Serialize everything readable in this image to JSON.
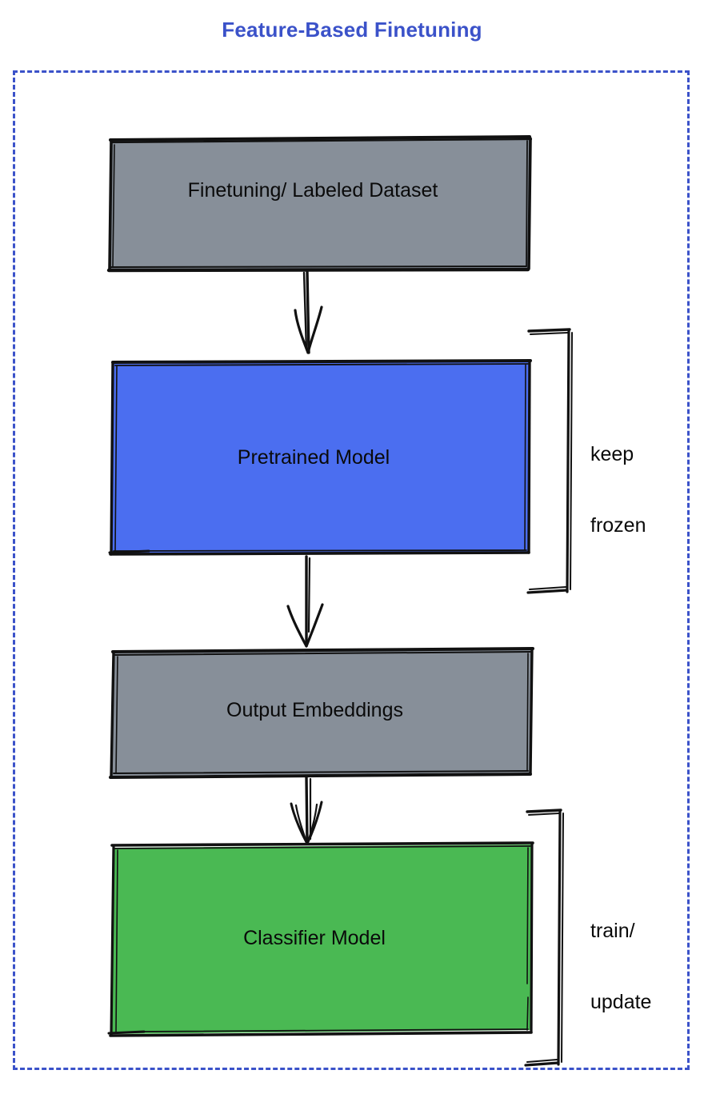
{
  "title": "Feature-Based Finetuning",
  "colors": {
    "title": "#3b52c9",
    "frame_border": "#3b52c9",
    "gray_fill": "#878f99",
    "blue_fill": "#4b6ef0",
    "green_fill": "#4ab953",
    "stroke": "#111111",
    "background": "#ffffff"
  },
  "diagram": {
    "type": "flowchart",
    "orientation": "top-to-bottom",
    "frame": {
      "style": "dashed",
      "color": "#3b52c9"
    },
    "nodes": [
      {
        "id": "dataset",
        "label": "Finetuning/ Labeled Dataset",
        "fill": "#878f99",
        "shape": "rectangle"
      },
      {
        "id": "pretrained",
        "label": "Pretrained Model",
        "fill": "#4b6ef0",
        "shape": "rectangle"
      },
      {
        "id": "embeddings",
        "label": "Output Embeddings",
        "fill": "#878f99",
        "shape": "rectangle"
      },
      {
        "id": "classifier",
        "label": "Classifier Model",
        "fill": "#4ab953",
        "shape": "rectangle"
      }
    ],
    "edges": [
      {
        "from": "dataset",
        "to": "pretrained",
        "style": "arrow-down"
      },
      {
        "from": "pretrained",
        "to": "embeddings",
        "style": "arrow-down"
      },
      {
        "from": "embeddings",
        "to": "classifier",
        "style": "arrow-down"
      }
    ],
    "annotations": [
      {
        "id": "keep-frozen",
        "target": "pretrained",
        "line1": "keep",
        "line2": "frozen"
      },
      {
        "id": "train-update",
        "target": "classifier",
        "line1": "train/",
        "line2": "update"
      }
    ]
  }
}
